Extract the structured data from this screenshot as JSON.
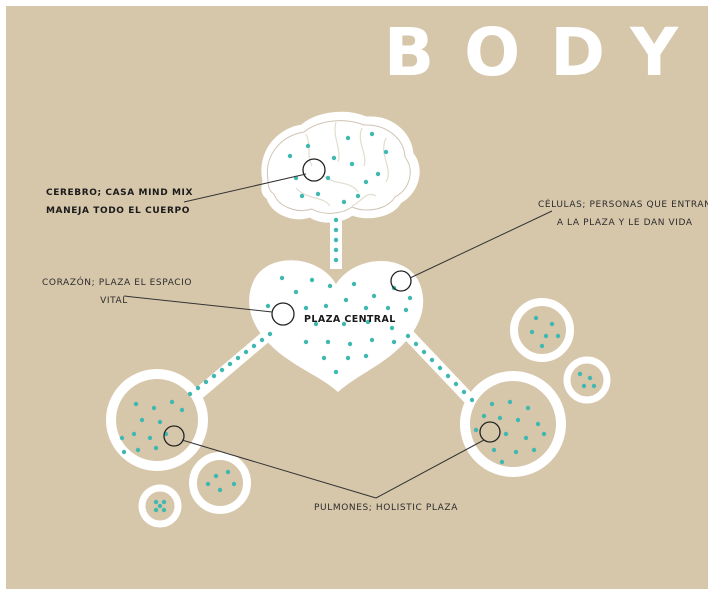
{
  "title": "BODY",
  "center_label": "PLAZA CENTRAL",
  "labels": {
    "cerebro": [
      "CEREBRO; CASA MIND MIX",
      "MANEJA TODO EL CUERPO"
    ],
    "celulas": [
      "CÉLULAS; PERSONAS QUE ENTRAN",
      "A LA PLAZA Y LE DAN VIDA"
    ],
    "corazon": [
      "CORAZÓN; PLAZA EL ESPACIO",
      "VITAL"
    ],
    "pulmones": [
      "PULMONES; HOLISTIC PLAZA"
    ]
  },
  "colors": {
    "background": "#d6c7ab",
    "shape_fill": "#ffffff",
    "dot": "#3eb8b0",
    "line": "#333333"
  }
}
